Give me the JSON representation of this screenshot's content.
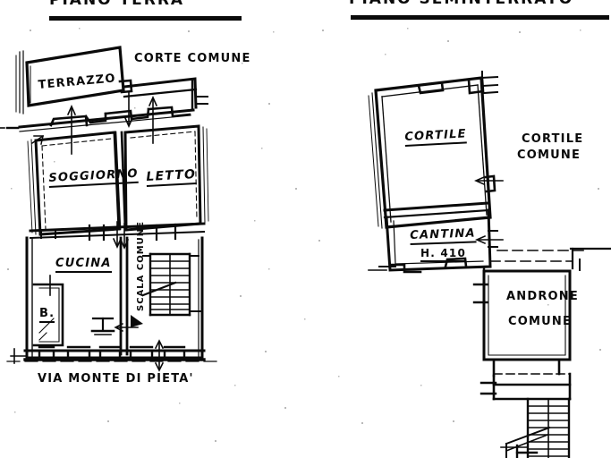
{
  "document": {
    "type": "architectural-floor-plan",
    "language": "it",
    "description": "Planimetria catastale scansionata con due piante: piano terra e piano seminterrato"
  },
  "titles": {
    "left": "PIANO TERRA",
    "right": "PIANO SEMINTERRATO"
  },
  "left_plan": {
    "name": "piano-terra",
    "rooms": [
      {
        "id": "terrazzo",
        "label": "TERRAZZO",
        "underlined": false,
        "italic": false
      },
      {
        "id": "soggiorno",
        "label": "SOGGIORNO",
        "underlined": true,
        "italic": true
      },
      {
        "id": "letto",
        "label": "LETTO",
        "underlined": true,
        "italic": true
      },
      {
        "id": "cucina",
        "label": "CUCINA",
        "underlined": true,
        "italic": true
      },
      {
        "id": "bagno",
        "label": "B.",
        "underlined": true,
        "italic": false
      }
    ],
    "annotations": [
      {
        "id": "corte-comune",
        "label": "CORTE COMUNE"
      },
      {
        "id": "scala-comune",
        "label": "SCALA COMUNE",
        "rotated": true
      },
      {
        "id": "street",
        "label": "VIA  MONTE  DI   PIETA'"
      }
    ]
  },
  "right_plan": {
    "name": "piano-seminterrato",
    "rooms": [
      {
        "id": "cortile",
        "label": "CORTILE",
        "underlined": true,
        "italic": true
      },
      {
        "id": "cantina",
        "label": "CANTINA",
        "underlined": true,
        "italic": true,
        "height_note": "H. 410"
      }
    ],
    "annotations": [
      {
        "id": "cortile-comune",
        "line1": "CORTILE",
        "line2": "COMUNE"
      },
      {
        "id": "androne-comune",
        "line1": "ANDRONE",
        "line2": "COMUNE"
      }
    ]
  },
  "colors": {
    "ink": "#0a0a0a",
    "paper": "#ffffff"
  }
}
